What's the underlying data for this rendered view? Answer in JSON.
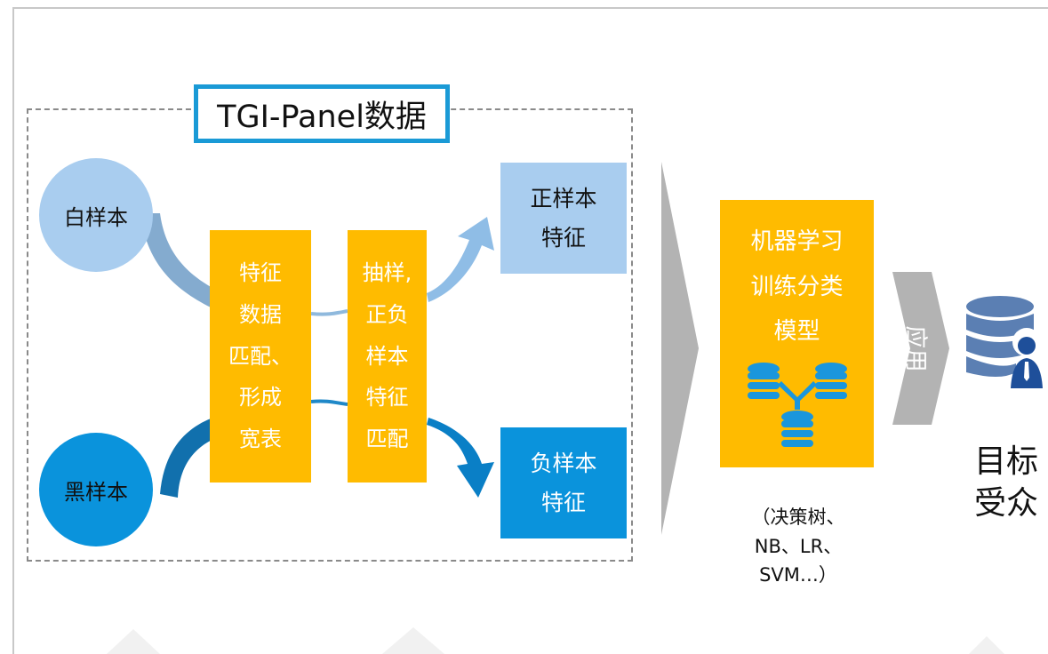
{
  "panel_title": "TGI-Panel数据",
  "white_sample": "白样本",
  "black_sample": "黑样本",
  "feature_match": [
    "特征",
    "数据",
    "匹配、",
    "形成",
    "宽表"
  ],
  "sampling": [
    "抽样,",
    "正负",
    "样本",
    "特征",
    "匹配"
  ],
  "positive_features": [
    "正样本",
    "特征"
  ],
  "negative_features": [
    "负样本",
    "特征"
  ],
  "ml_model": [
    "机器学习",
    "训练分类",
    "模型"
  ],
  "apply_label": "应用",
  "algorithms": [
    "（决策树、",
    "NB、LR、",
    "SVM…）"
  ],
  "target_audience": [
    "目标",
    "受众"
  ],
  "colors": {
    "light_blue": "#a9cdef",
    "dark_blue": "#0a93dc",
    "orange": "#ffbb00",
    "gray_arrow": "#b3b3b3",
    "title_border": "#1a9ad6"
  },
  "icons": [
    "database-cluster-icon",
    "database-user-icon"
  ]
}
